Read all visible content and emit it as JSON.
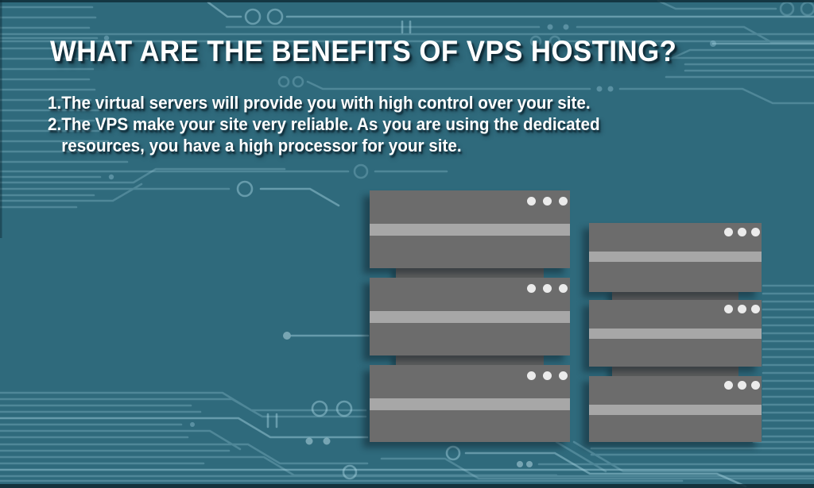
{
  "header": {
    "title": "WHAT ARE THE BENEFITS OF VPS HOSTING?"
  },
  "content": {
    "points": [
      {
        "number": "1.",
        "lines": [
          "The virtual servers will provide you with high control over your site."
        ]
      },
      {
        "number": "2.",
        "lines": [
          "The VPS make your site very reliable. As you are using the dedicated",
          "resources, you have a high processor for your site."
        ]
      }
    ]
  },
  "illustration": {
    "description": "two stacks of rack server units on a circuit-board background",
    "stacks": [
      {
        "units": 3
      },
      {
        "units": 3
      }
    ],
    "leds_per_unit": 3
  },
  "colors": {
    "background": "#2f6a7c",
    "circuit_trace": "#9ccadb",
    "server_body": "#6c6c6c",
    "server_stripe": "#a7a7a7",
    "server_connector": "#606060",
    "server_led": "#ebebeb",
    "text": "#ffffff"
  }
}
